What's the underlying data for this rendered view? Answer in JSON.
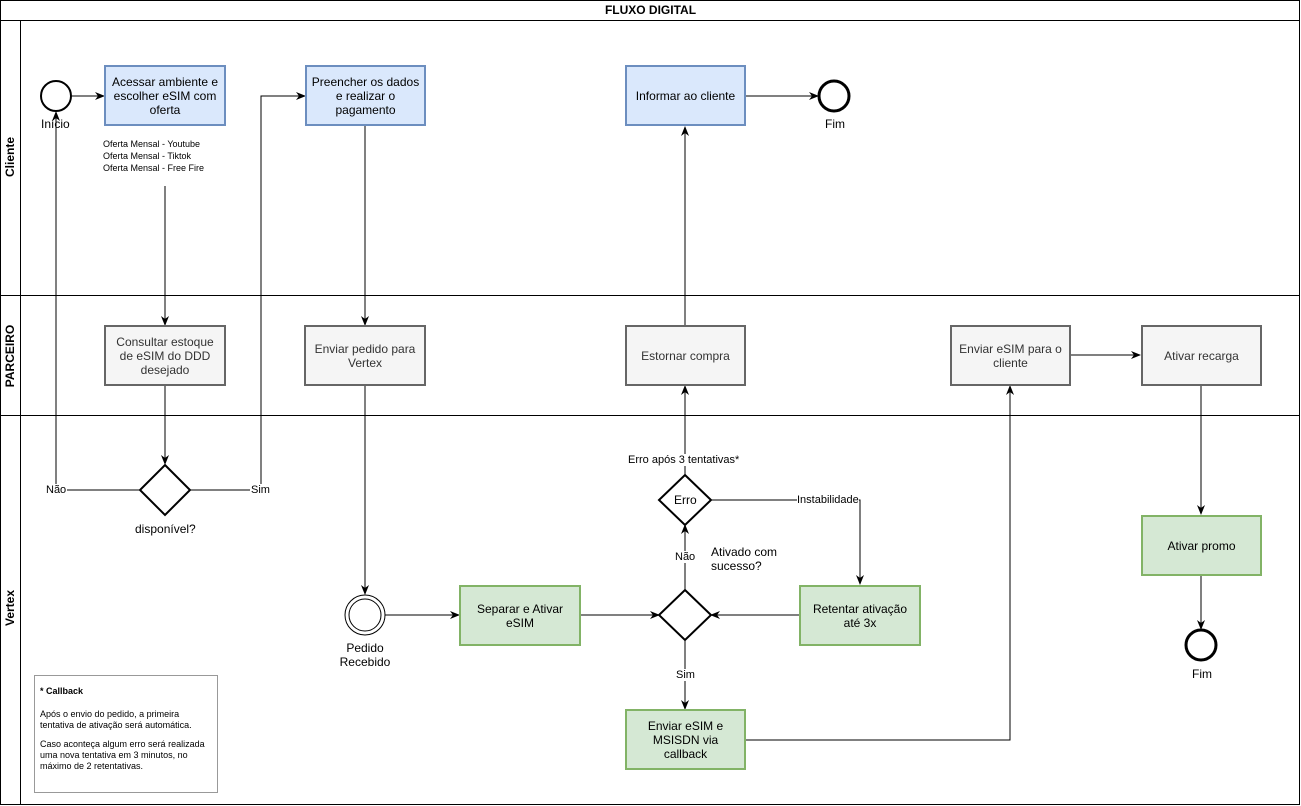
{
  "title": "FLUXO DIGITAL",
  "lanes": {
    "cliente": "Cliente",
    "parceiro": "PARCEIRO",
    "vertex": "Vertex"
  },
  "nodes": {
    "acessar": "Acessar ambiente e escolher eSIM com oferta",
    "preencher": "Preencher os dados e realizar o pagamento",
    "informar": "Informar ao cliente",
    "consultar": "Consultar estoque de eSIM do DDD desejado",
    "enviar_pedido": "Enviar pedido para Vertex",
    "estornar": "Estornar compra",
    "enviar_esim_cliente": "Enviar eSIM para o cliente",
    "ativar_recarga": "Ativar recarga",
    "separar": "Separar e Ativar eSIM",
    "retentar": "Retentar ativação até 3x",
    "enviar_callback": "Enviar eSIM e MSISDN via callback",
    "ativar_promo": "Ativar promo"
  },
  "events": {
    "inicio": "Início",
    "fim_cliente": "Fim",
    "pedido_recebido": "Pedido Recebido",
    "fim_vertex": "Fim"
  },
  "gateways": {
    "disponivel": "disponível?",
    "erro": "Erro",
    "ativado": "Ativado com sucesso?"
  },
  "edge_labels": {
    "nao": "Não",
    "sim": "Sim",
    "erro_tentativas": "Erro após 3 tentativas*",
    "instabilidade": "Instabilidade",
    "nao2": "Não",
    "sim2": "Sim"
  },
  "offers": [
    "Oferta Mensal - Youtube",
    "Oferta Mensal - Tiktok",
    "Oferta Mensal - Free Fire"
  ],
  "note": {
    "heading": "* Callback",
    "p1": "Após o envio do pedido, a primeira tentativa de ativação será automática.",
    "p2": "Caso aconteça algum erro será realizada uma nova tentativa em 3 minutos, no máximo de 2 retentativas."
  },
  "colors": {
    "blue_fill": "#dae8fc",
    "blue_stroke": "#6c8ebf",
    "gray_fill": "#f5f5f5",
    "gray_stroke": "#666666",
    "green_fill": "#d5e8d4",
    "green_stroke": "#82b366"
  }
}
